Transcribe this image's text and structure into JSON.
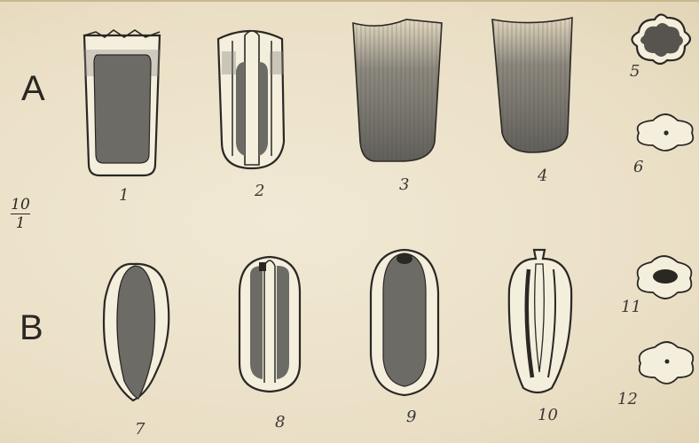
{
  "row_labels": {
    "a": "A",
    "b": "B"
  },
  "scale": {
    "numerator": "10",
    "denominator": "1"
  },
  "figure_numbers": {
    "f1": "1",
    "f2": "2",
    "f3": "3",
    "f4": "4",
    "f5": "5",
    "f6": "6",
    "f7": "7",
    "f8": "8",
    "f9": "9",
    "f10": "10",
    "f11": "11",
    "f12": "12"
  },
  "colors": {
    "ink": "#2b2824",
    "stipple": "#6d6b66",
    "paper": "#ede4cf"
  }
}
